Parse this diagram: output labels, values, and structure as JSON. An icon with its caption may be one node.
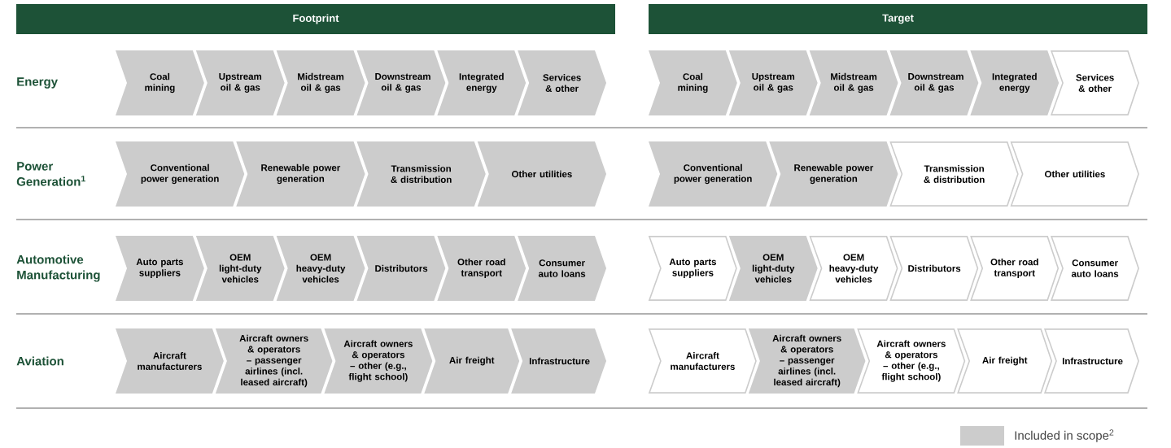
{
  "diagram": {
    "nodes": [
      {
        "text": [
          "Footprint"
        ]
      },
      {
        "text": [
          "Target"
        ]
      },
      {
        "text": [
          "Coal mining"
        ]
      },
      {
        "text": [
          "Upstream oil & gas"
        ]
      },
      {
        "text": [
          "Midstream oil & gas"
        ]
      },
      {
        "text": [
          "Downstream oil & gas"
        ]
      },
      {
        "text": [
          "Integrated energy"
        ]
      },
      {
        "text": [
          "Services & other"
        ]
      },
      {
        "text": [
          "Coal mining"
        ]
      },
      {
        "text": [
          "Upstream oil & gas"
        ]
      },
      {
        "text": [
          "Midstream oil & gas"
        ]
      },
      {
        "text": [
          "Downstream oil & gas"
        ]
      },
      {
        "text": [
          "Integrated energy"
        ]
      },
      {
        "text": [
          "Services & other"
        ]
      },
      {
        "text": [
          "Conventional power generation"
        ]
      },
      {
        "text": [
          "Renewable power generation"
        ]
      },
      {
        "text": [
          "Transmission & distribution"
        ]
      },
      {
        "text": [
          "Other utilities"
        ]
      },
      {
        "text": [
          "Conventional power generation"
        ]
      },
      {
        "text": [
          "Renewable power generation"
        ]
      },
      {
        "text": [
          "Transmission & distribution"
        ]
      },
      {
        "text": [
          "Other utilities"
        ]
      },
      {
        "text": [
          "Auto parts suppliers"
        ]
      },
      {
        "text": [
          "OEM light-duty vehicles"
        ]
      },
      {
        "text": [
          "OEM heavy-duty vehicles"
        ]
      },
      {
        "text": [
          "Distributors"
        ]
      },
      {
        "text": [
          "Other road transport"
        ]
      },
      {
        "text": [
          "Consumer auto loans"
        ]
      },
      {
        "text": [
          "Auto parts suppliers"
        ]
      },
      {
        "text": [
          "OEM light-duty vehicles"
        ]
      },
      {
        "text": [
          "OEM heavy-duty vehicles"
        ]
      },
      {
        "text": [
          "Distributors"
        ]
      },
      {
        "text": [
          "Other road transport"
        ]
      },
      {
        "text": [
          "Consumer auto loans"
        ]
      },
      {
        "text": [
          "Aircraft manufacturers"
        ]
      },
      {
        "text": [
          "Aircraft owners & operators – passenger airlines (incl. leased aircraft)"
        ]
      },
      {
        "text": [
          "Aircraft owners & operators – other (e.g., flight school)"
        ]
      },
      {
        "text": [
          "Air freight"
        ]
      },
      {
        "text": [
          "Infrastructure"
        ]
      },
      {
        "text": [
          "Aircraft manufacturers"
        ]
      },
      {
        "text": [
          "Aircraft owners & operators – passenger airlines (incl. leased aircraft)"
        ]
      },
      {
        "text": [
          "Aircraft owners & operators – other (e.g., flight school)"
        ]
      },
      {
        "text": [
          "Air freight"
        ]
      },
      {
        "text": [
          "Infrastructure"
        ]
      }
    ],
    "labels": [
      "Energy",
      "Power Generation$^{1}$",
      "Automotive Manufacturing",
      "Aviation"
    ],
    "legend": [
      {
        "text": "Included in scope$^{2}$",
        "color": "#cccccc"
      }
    ]
  }
}
